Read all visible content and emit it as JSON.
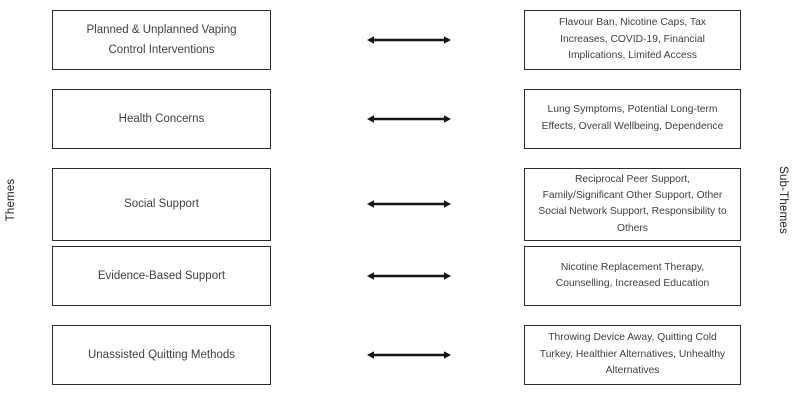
{
  "diagram": {
    "left_axis_label": "Themes",
    "right_axis_label": "Sub-Themes",
    "arrow_icon": "double-headed-arrow",
    "colors": {
      "background": "#ffffff",
      "box_border": "#2b2b2b",
      "text": "#3f3f3f",
      "arrow": "#151515"
    },
    "rows": [
      {
        "theme": "Planned & Unplanned Vaping Control Interventions",
        "subthemes": "Flavour Ban, Nicotine Caps, Tax Increases, COVID-19, Financial Implications, Limited Access"
      },
      {
        "theme": "Health Concerns",
        "subthemes": "Lung Symptoms, Potential Long-term Effects, Overall Wellbeing, Dependence"
      },
      {
        "theme": "Social Support",
        "subthemes": "Reciprocal Peer Support, Family/Significant Other Support, Other Social Network Support, Responsibility to Others"
      },
      {
        "theme": "Evidence-Based Support",
        "subthemes": "Nicotine Replacement Therapy, Counselling, Increased Education"
      },
      {
        "theme": "Unassisted Quitting Methods",
        "subthemes": "Throwing Device Away, Quitting Cold Turkey, Healthier Alternatives, Unhealthy Alternatives"
      }
    ]
  }
}
